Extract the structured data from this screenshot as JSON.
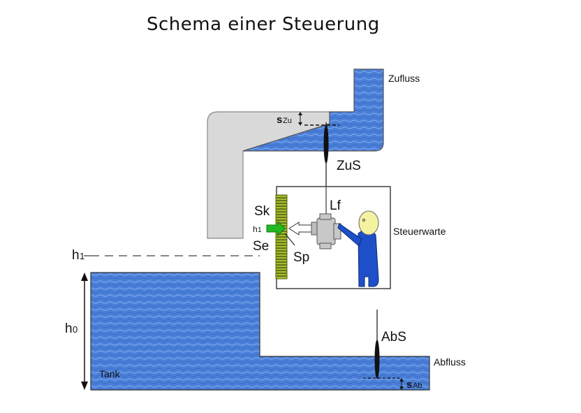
{
  "title": "Schema einer Steuerung",
  "labels": {
    "zufluss": "Zufluss",
    "zus": "ZuS",
    "s_zu_main": "s",
    "s_zu_sub": "Zu",
    "lf": "Lf",
    "sk": "Sk",
    "h1_small_main": "h",
    "h1_small_sub": "1",
    "se": "Se",
    "sp": "Sp",
    "steuerwarte": "Steuerwarte",
    "h1_main": "h",
    "h1_sub": "1",
    "h0_main": "h",
    "h0_sub": "0",
    "tank": "Tank",
    "abs": "AbS",
    "abfluss": "Abfluss",
    "s_ab_main": "s",
    "s_ab_sub": "Ab"
  },
  "colors": {
    "water": "#4a7fd8",
    "water_light": "#7fa9ec",
    "pipe_gray": "#d6d6d6",
    "sensor_green": "#9fb22a",
    "arrow_green": "#22b922",
    "person_blue": "#1f4fc8",
    "head_yellow": "#f4f2a0"
  }
}
